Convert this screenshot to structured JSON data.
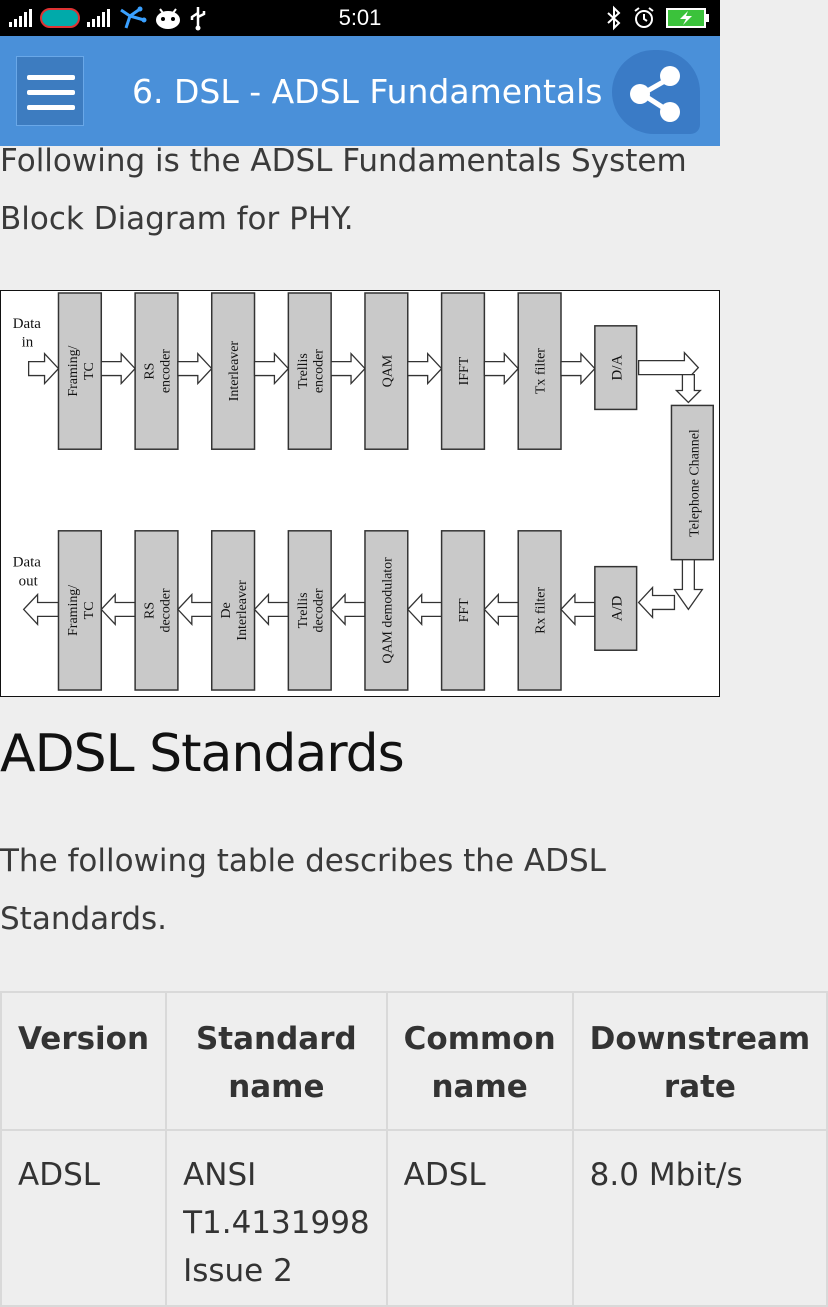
{
  "status_bar": {
    "time": "5:01"
  },
  "app_bar": {
    "title": "6. DSL - ADSL Fundamentals",
    "menu_icon": "hamburger-menu-icon",
    "share_icon": "share-icon",
    "color": "#4a90d9"
  },
  "intro_text": "Following is the ADSL Fundamentals System Block Diagram for PHY.",
  "diagram": {
    "input_label_1": "Data",
    "input_label_2": "in",
    "output_label_1": "Data",
    "output_label_2": "out",
    "tx_blocks": [
      [
        "Framing/",
        "TC"
      ],
      [
        "RS",
        "encoder"
      ],
      [
        "Interleaver"
      ],
      [
        "Trellis",
        "encoder"
      ],
      [
        "QAM"
      ],
      [
        "IFFT"
      ],
      [
        "Tx filter"
      ]
    ],
    "rx_blocks": [
      [
        "Framing/",
        "TC"
      ],
      [
        "RS",
        "decoder"
      ],
      [
        "De",
        "Interleaver"
      ],
      [
        "Trellis",
        "decoder"
      ],
      [
        "QAM demodulator"
      ],
      [
        "FFT"
      ],
      [
        "Rx filter"
      ]
    ],
    "da_label": "D/A",
    "ad_label": "A/D",
    "channel_label": "Telephone Channel"
  },
  "section_heading": "ADSL Standards",
  "table_intro": "The following table describes the ADSL Standards.",
  "table": {
    "headers": [
      "Version",
      "Standard name",
      "Common name",
      "Downstream rate"
    ],
    "rows": [
      [
        "ADSL",
        "ANSI T1.4131998 Issue 2",
        "ADSL",
        "8.0 Mbit/s"
      ]
    ]
  }
}
